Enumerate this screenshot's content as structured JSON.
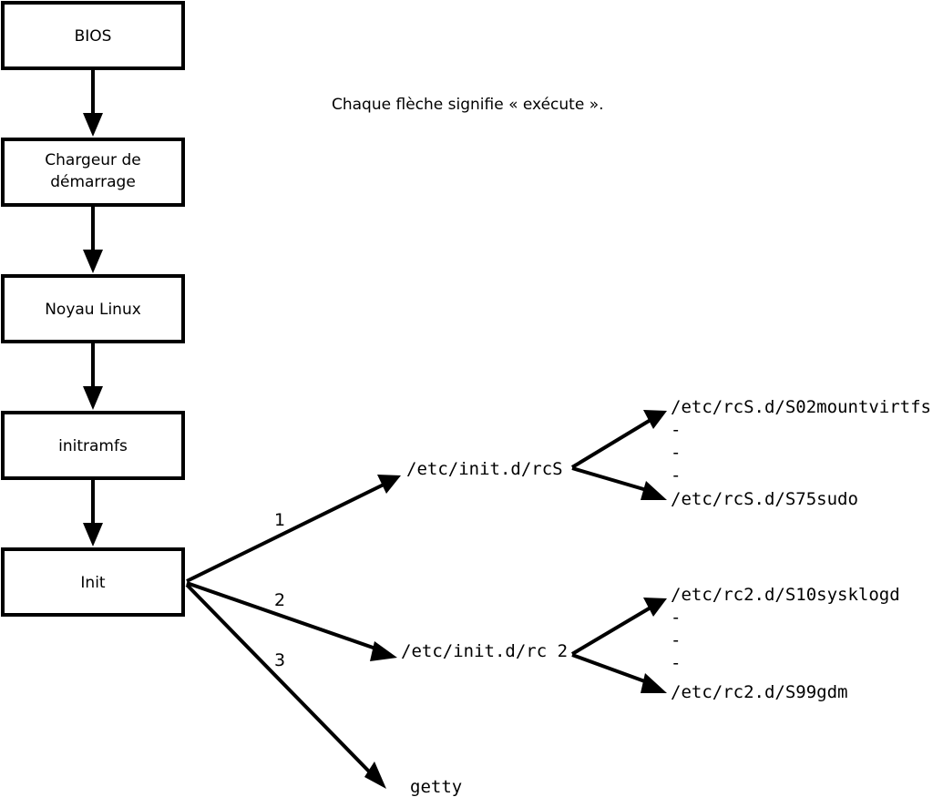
{
  "diagram": {
    "caption": "Chaque flèche signifie « exécute ».",
    "boot_chain": [
      {
        "label": "BIOS"
      },
      {
        "label_line1": "Chargeur de",
        "label_line2": "démarrage"
      },
      {
        "label": "Noyau Linux"
      },
      {
        "label": "initramfs"
      },
      {
        "label": "Init"
      }
    ],
    "init_branches": [
      {
        "number": "1",
        "target": "/etc/init.d/rcS"
      },
      {
        "number": "2",
        "target": "/etc/init.d/rc 2"
      },
      {
        "number": "3",
        "target": "getty"
      }
    ],
    "rcs_scripts": {
      "first": "/etc/rcS.d/S02mountvirtfs",
      "ellipsis": [
        "-",
        "-",
        "-"
      ],
      "last": "/etc/rcS.d/S75sudo"
    },
    "rc2_scripts": {
      "first": "/etc/rc2.d/S10sysklogd",
      "ellipsis": [
        "-",
        "-",
        "-"
      ],
      "last": "/etc/rc2.d/S99gdm"
    },
    "colors": {
      "stroke": "#000000",
      "fill": "#ffffff",
      "text": "#000000"
    }
  }
}
